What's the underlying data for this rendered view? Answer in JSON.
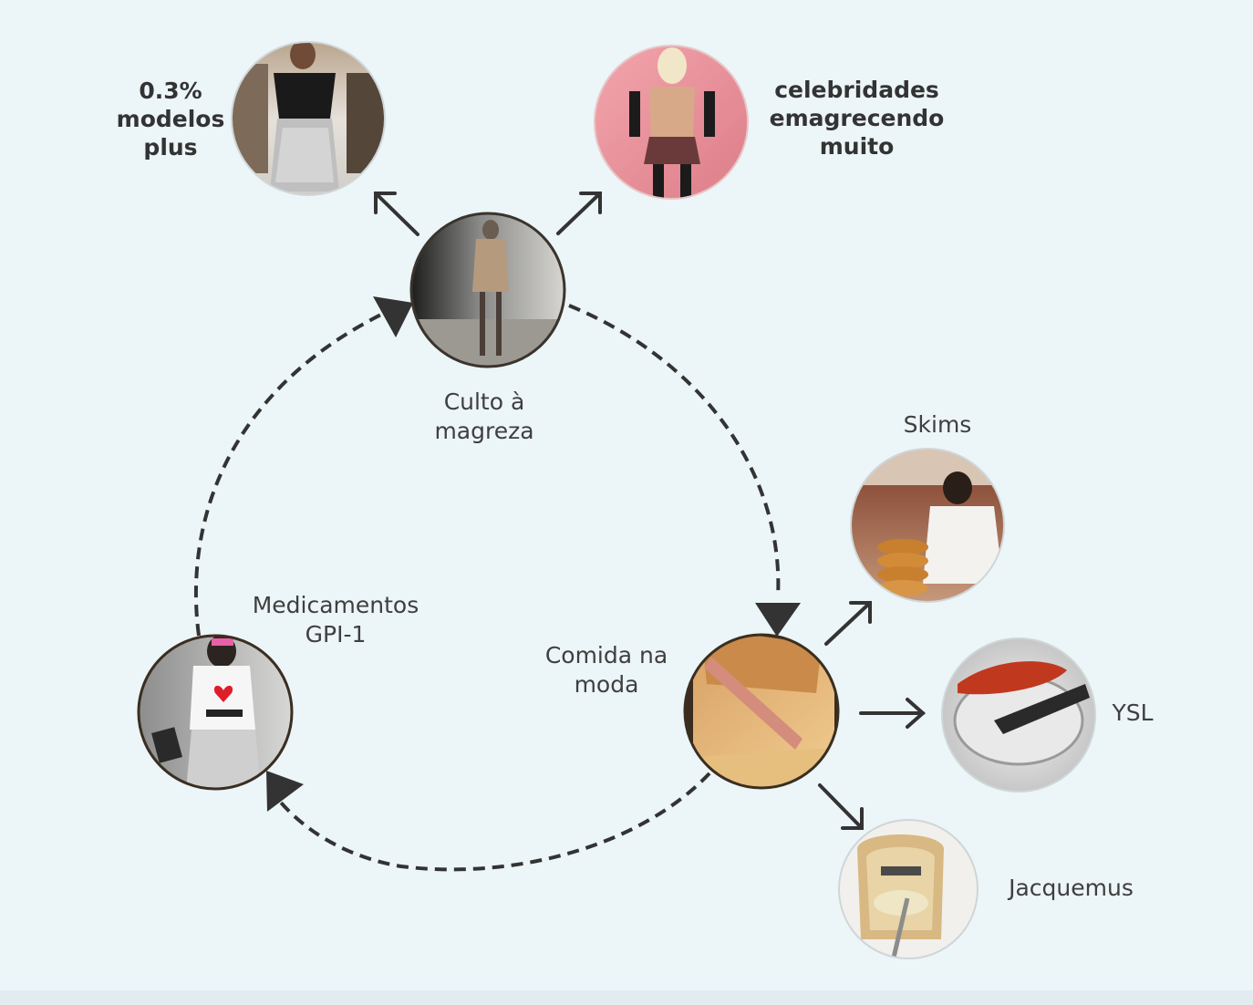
{
  "colors": {
    "background": "#ecf5f8",
    "line": "#333333",
    "text": "#3f3f3f"
  },
  "nodes": {
    "center": {
      "line1": "Culto à",
      "line2": "magreza",
      "image": "runway-model-thin-photo"
    },
    "food": {
      "line1": "Comida na",
      "line2": "moda",
      "image": "toast-with-sausage-photo"
    },
    "meds": {
      "line1": "Medicamentos",
      "line2": "GPI-1",
      "image": "runway-model-ozempic-shirt-photo"
    },
    "plus": {
      "line1": "0.3%",
      "line2": "modelos",
      "line3": "plus",
      "image": "plus-size-runway-model-photo"
    },
    "celebs": {
      "line1": "celebridades",
      "line2": "emagrecendo",
      "line3": "muito",
      "image": "celebrity-red-carpet-photo"
    },
    "skims": {
      "label": "Skims",
      "image": "woman-with-pancakes-photo"
    },
    "ysl": {
      "label": "YSL",
      "image": "lobster-plate-photo"
    },
    "jacquemus": {
      "label": "Jacquemus",
      "image": "branded-toast-butter-photo"
    }
  }
}
